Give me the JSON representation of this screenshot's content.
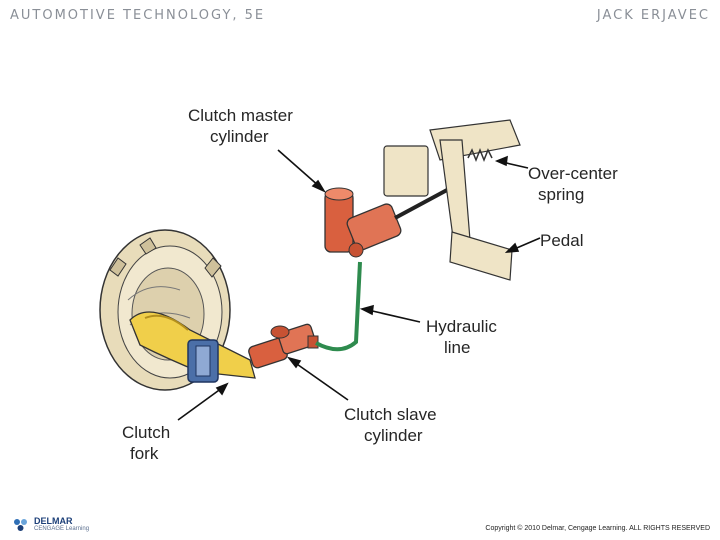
{
  "header": {
    "left": "AUTOMOTIVE TECHNOLOGY, 5E",
    "right": "JACK ERJAVEC"
  },
  "labels": {
    "master": [
      "Clutch master",
      "cylinder"
    ],
    "spring": [
      "Over-center",
      "spring"
    ],
    "pedal": [
      "Pedal"
    ],
    "hydraulic": [
      "Hydraulic",
      "line"
    ],
    "slave": [
      "Clutch slave",
      "cylinder"
    ],
    "fork": [
      "Clutch",
      "fork"
    ]
  },
  "footer": {
    "logo_name": "DELMAR",
    "logo_sub": "CENGAGE Learning",
    "copyright": "Copyright © 2010 Delmar, Cengage Learning. ALL RIGHTS RESERVED"
  },
  "colors": {
    "cylinder": "#d9603f",
    "hydraulic_line": "#2e8b4e",
    "fork": "#f0cf4a",
    "pressure_plate": "#ece1c0",
    "pedal": "#efe4c6",
    "header_text": "#8a8f97"
  }
}
